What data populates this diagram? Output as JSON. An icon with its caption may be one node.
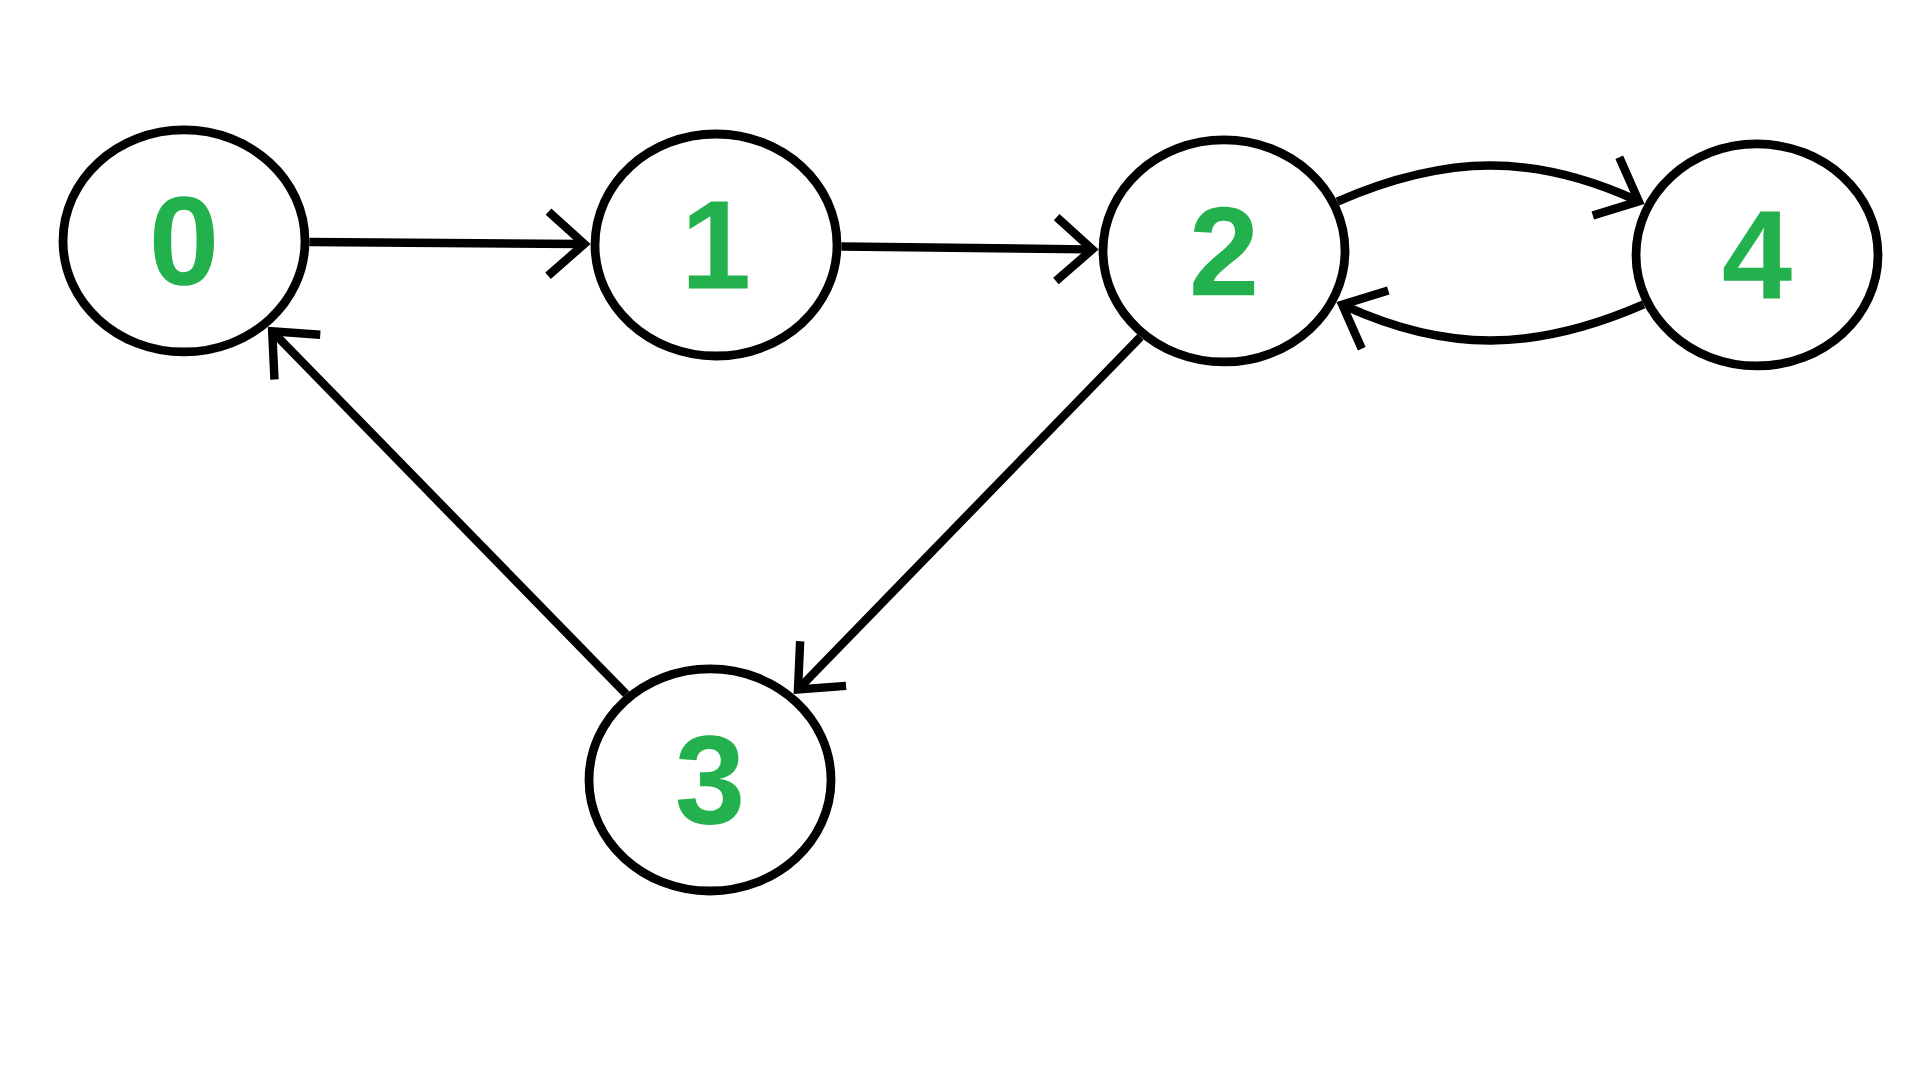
{
  "diagram": {
    "nodes": [
      {
        "text": [
          "0"
        ]
      },
      {
        "text": [
          "1"
        ]
      },
      {
        "text": [
          "2"
        ]
      },
      {
        "text": [
          "4"
        ]
      },
      {
        "text": [
          "3"
        ]
      }
    ],
    "edges": [
      {
        "from": 0,
        "to": 1,
        "arrow": "to"
      },
      {
        "from": 1,
        "to": 2,
        "arrow": "to"
      },
      {
        "from": 2,
        "to": 3,
        "arrow": "to"
      },
      {
        "from": 3,
        "to": 2,
        "arrow": "to"
      },
      {
        "from": 2,
        "to": 4,
        "arrow": "to"
      },
      {
        "from": 4,
        "to": 0,
        "arrow": "to"
      }
    ]
  }
}
